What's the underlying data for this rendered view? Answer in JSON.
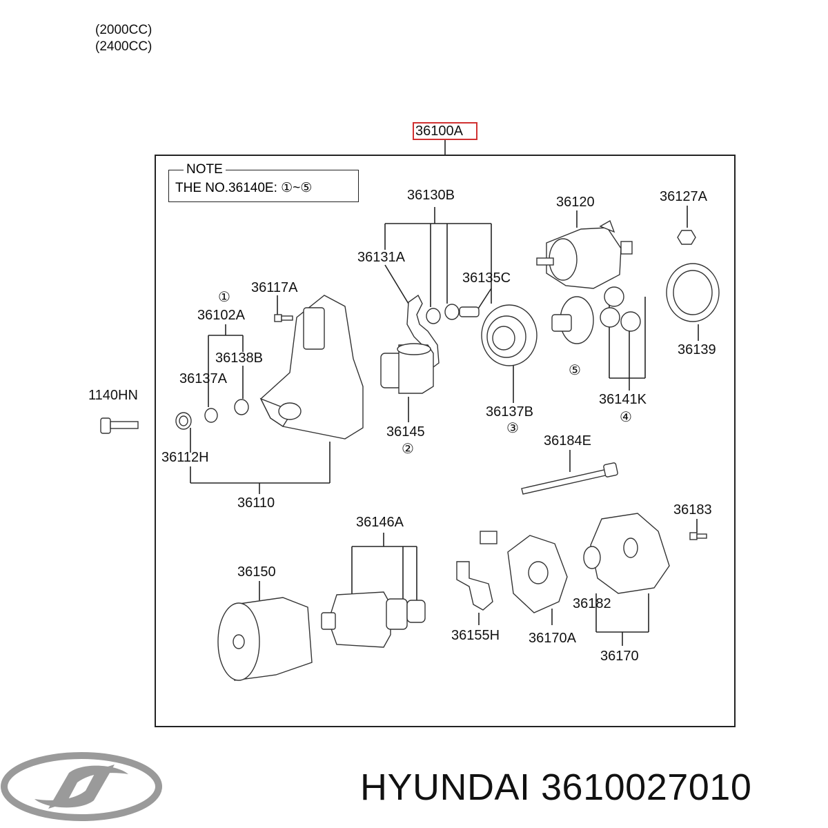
{
  "header": {
    "lines": [
      "(2000CC)",
      "(2400CC)"
    ]
  },
  "note": {
    "title": "NOTE",
    "text": "THE NO.36140E: ①~⑤"
  },
  "highlighted_part": "36100A",
  "labels": {
    "p36130B": "36130B",
    "p36120": "36120",
    "p36127A": "36127A",
    "p36131A": "36131A",
    "p36135C": "36135C",
    "p36117A": "36117A",
    "c1": "①",
    "p36102A": "36102A",
    "p36138B": "36138B",
    "p36137A": "36137A",
    "p1140HN": "1140HN",
    "p36139": "36139",
    "c5": "⑤",
    "p36141K": "36141K",
    "c4": "④",
    "p36137B": "36137B",
    "c3": "③",
    "p36145": "36145",
    "c2": "②",
    "p36112H": "36112H",
    "p36110": "36110",
    "p36184E": "36184E",
    "p36183": "36183",
    "p36146A": "36146A",
    "p36150": "36150",
    "p36182": "36182",
    "p36155H": "36155H",
    "p36170A": "36170A",
    "p36170": "36170"
  },
  "footer": {
    "brand_part_number": "HYUNDAI 3610027010"
  },
  "logo": {
    "icon": "hyundai-logo-icon",
    "color": "#9a9a9a"
  },
  "colors": {
    "line": "#222222",
    "highlight": "#d03030"
  }
}
